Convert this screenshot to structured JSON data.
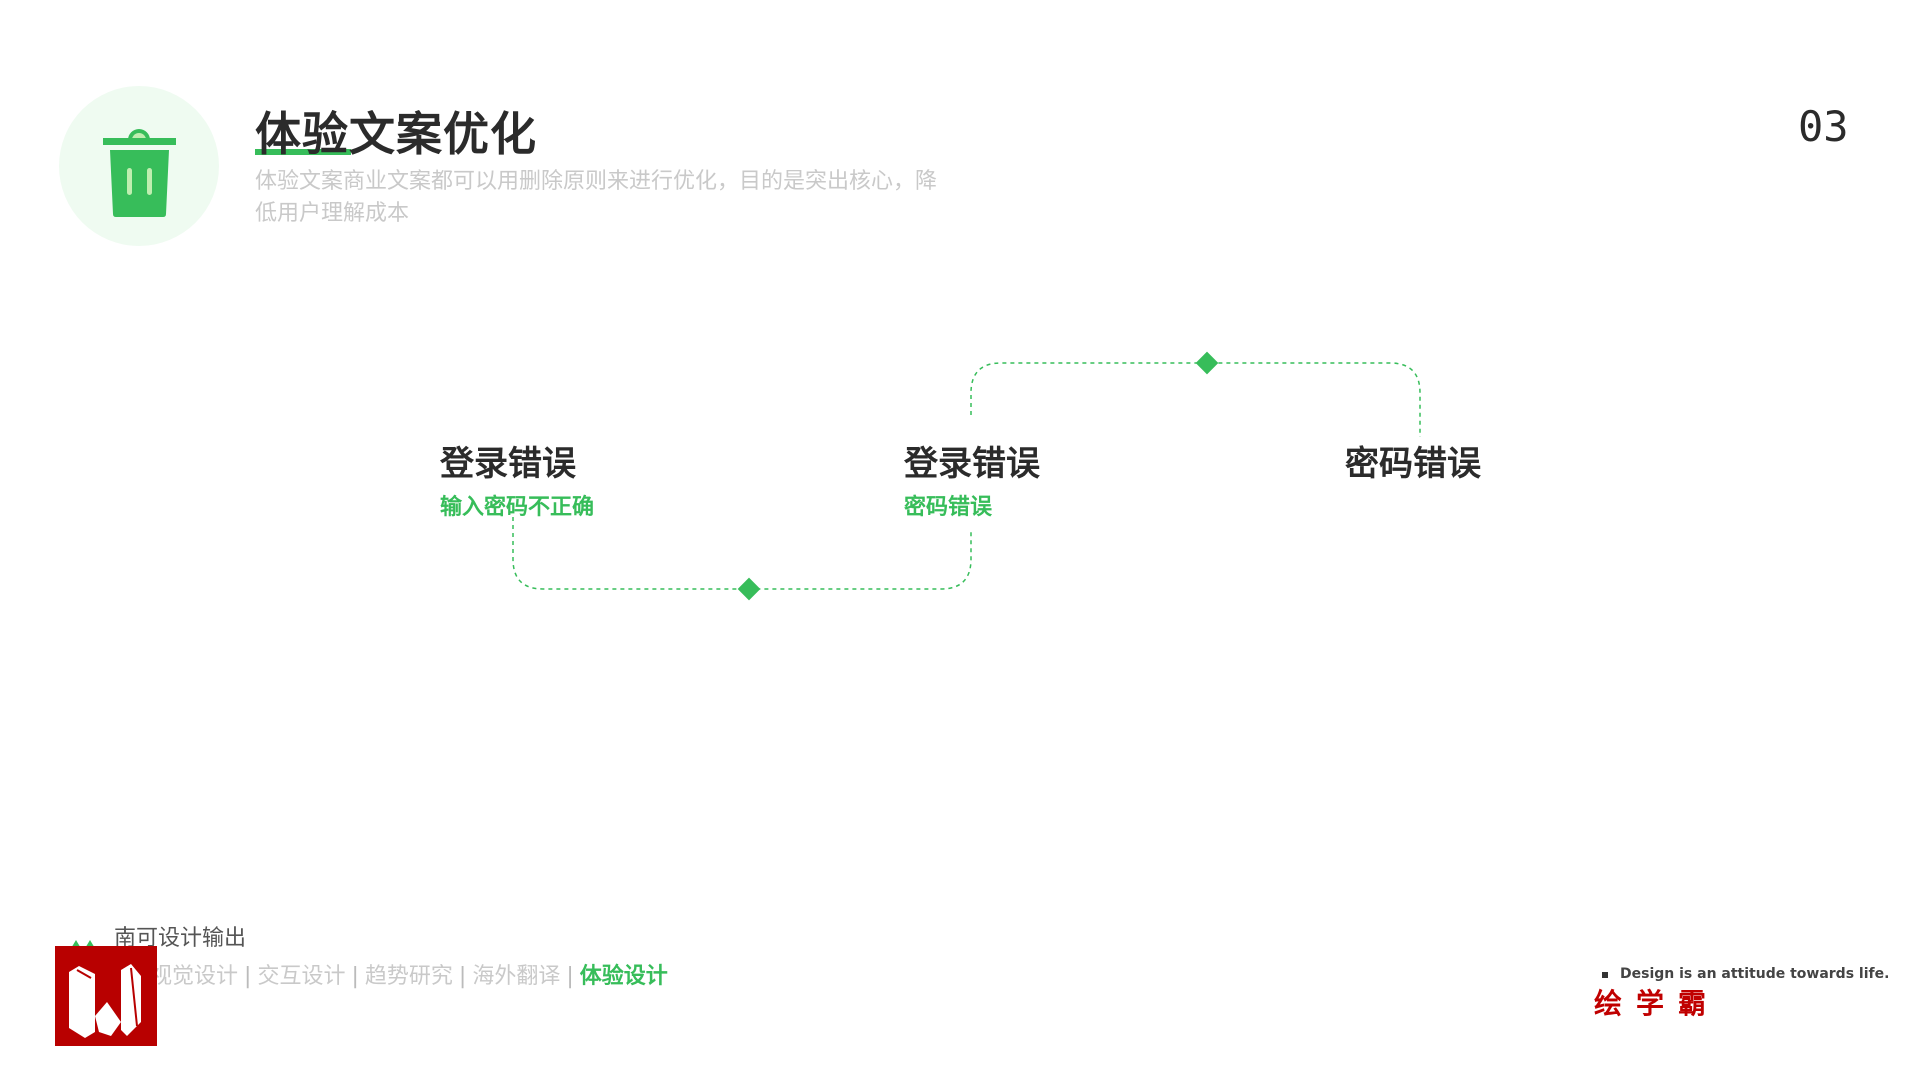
{
  "header": {
    "icon": "trash-icon",
    "title": "体验文案优化",
    "subtitle": "体验文案商业文案都可以用删除原则来进行优化，目的是突出核心，降低用户理解成本",
    "page_number": "03"
  },
  "flow": {
    "nodes": [
      {
        "title": "登录错误",
        "sub": "输入密码不正确"
      },
      {
        "title": "登录错误",
        "sub": "密码错误"
      },
      {
        "title": "密码错误"
      }
    ],
    "accent": "#37bd5a"
  },
  "footer": {
    "brand": "南可设计输出",
    "nav": [
      "视觉设计",
      "交互设计",
      "趋势研究",
      "海外翻译",
      "体验设计"
    ],
    "separator": "|",
    "active_index": 4,
    "motto": "Design is an attitude towards life.",
    "watermark": "绘学霸"
  }
}
